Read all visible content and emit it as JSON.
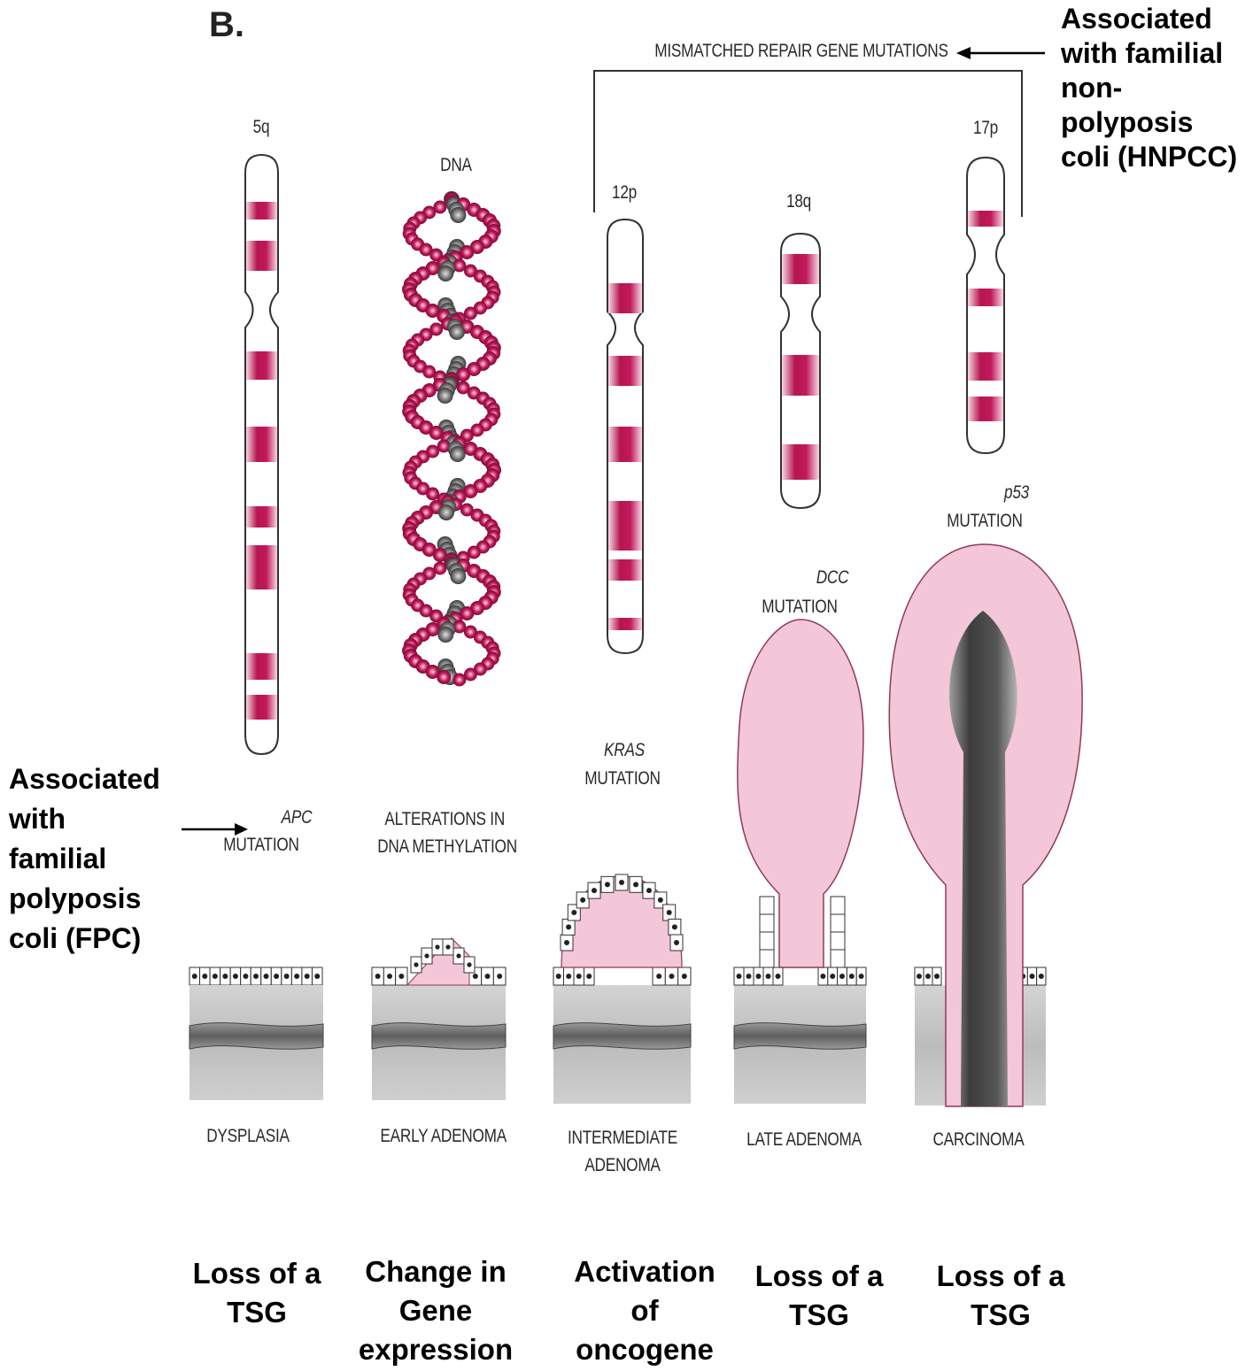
{
  "panel_letter": "B.",
  "mmr": {
    "label": "MISMATCHED REPAIR GENE MUTATIONS",
    "annotation": [
      "Associated",
      "with familial",
      "non-",
      "polyposis",
      "coli (HNPCC)"
    ]
  },
  "fpc_annotation": [
    "Associated",
    "with",
    "familial",
    "polyposis",
    "coli (FPC)"
  ],
  "chromosomes": {
    "c5q": "5q",
    "dna": "DNA",
    "c12p": "12p",
    "c18q": "18q",
    "c17p": "17p"
  },
  "mutations": {
    "apc_gene": "APC",
    "apc_word": "MUTATION",
    "meth_line1": "ALTERATIONS IN",
    "meth_line2": "DNA METHYLATION",
    "kras_gene": "KRAS",
    "kras_word": "MUTATION",
    "dcc_gene": "DCC",
    "dcc_word": "MUTATION",
    "p53_gene": "p53",
    "p53_word": "MUTATION"
  },
  "stages": {
    "s1": "DYSPLASIA",
    "s2": "EARLY ADENOMA",
    "s3a": "INTERMEDIATE",
    "s3b": "ADENOMA",
    "s4": "LATE ADENOMA",
    "s5": "CARCINOMA"
  },
  "captions": {
    "c1": [
      "Loss of a",
      "TSG"
    ],
    "c2": [
      "Change in",
      "Gene",
      "expression"
    ],
    "c3": [
      "Activation",
      "of",
      "oncogene"
    ],
    "c4": [
      "Loss of a",
      "TSG"
    ],
    "c5": [
      "Loss of a",
      "TSG"
    ]
  },
  "colors": {
    "band": "#c2185b",
    "tissue_pink": "#f3c6d8",
    "stroma_gray": "#bdbdbd"
  }
}
